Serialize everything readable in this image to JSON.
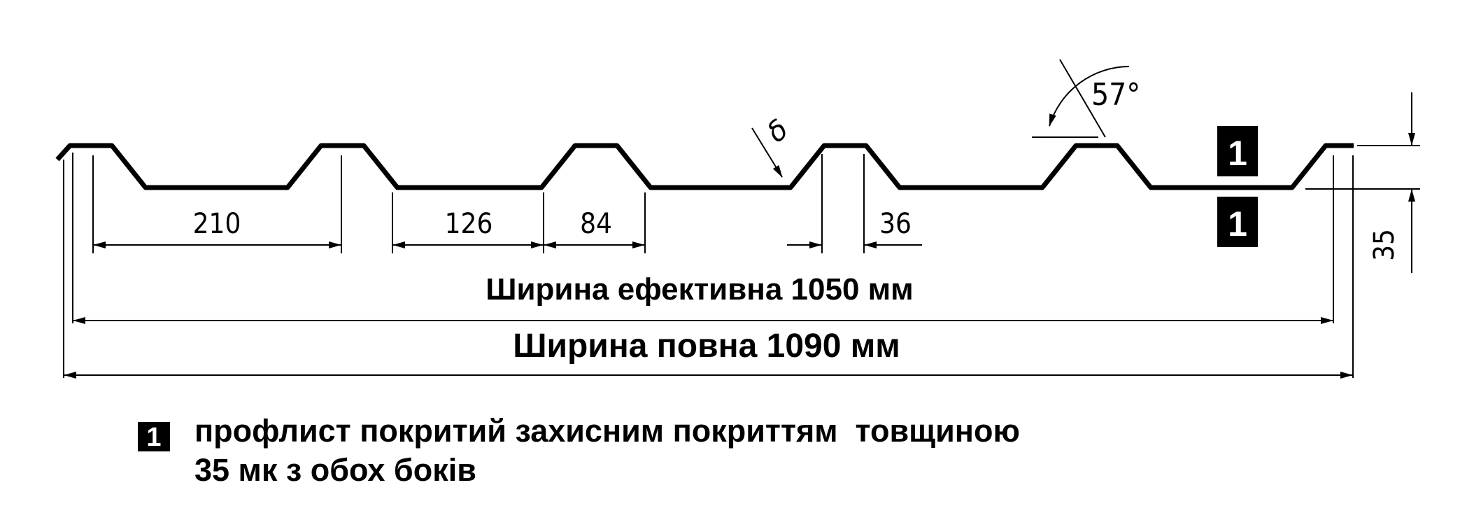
{
  "dimensions": {
    "pitch_top": "210",
    "valley_bottom": "126",
    "crest_top": "84",
    "flange": "36",
    "height": "35",
    "angle": "57°",
    "thickness_symbol": "δ"
  },
  "widths": {
    "effective": "Ширина ефективна 1050 мм",
    "full": "Ширина повна 1090 мм"
  },
  "markers": {
    "top": "1",
    "bottom": "1"
  },
  "legend": {
    "badge": "1",
    "line1": "профлист покритий захисним покриттям  товщиною",
    "line2": "35 мк з обох боків"
  }
}
